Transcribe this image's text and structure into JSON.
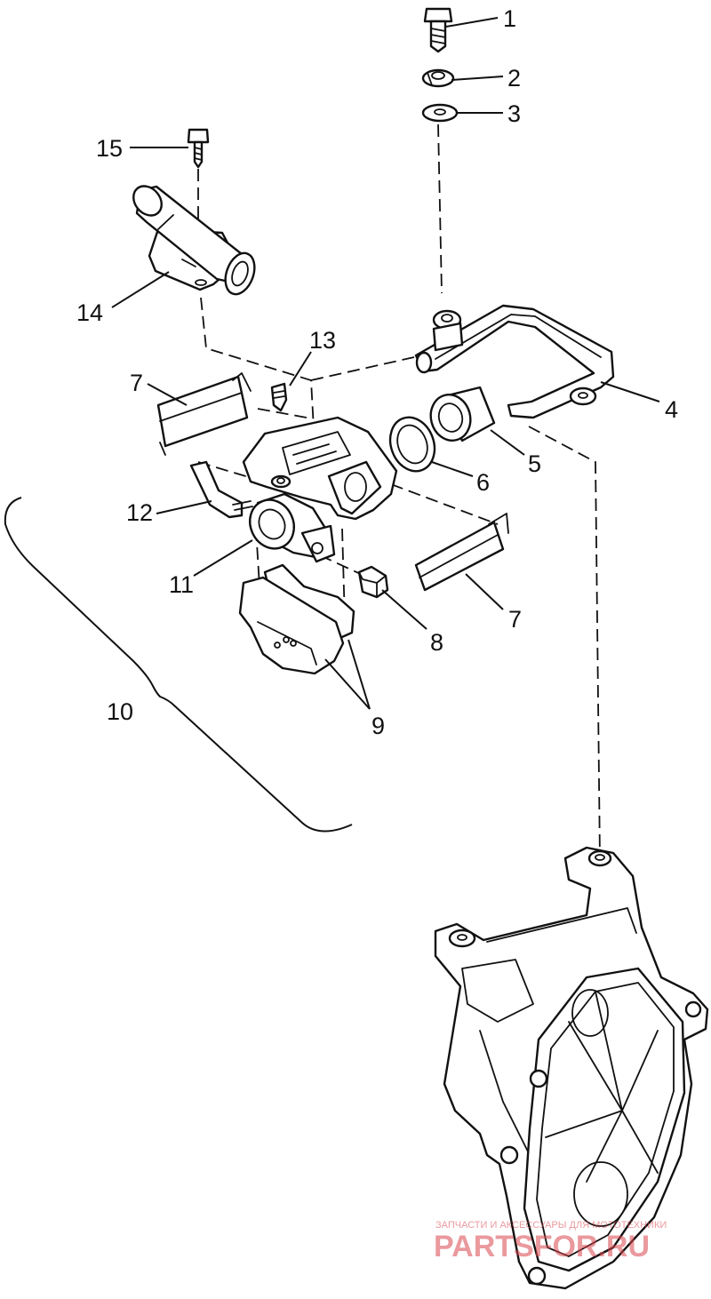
{
  "callouts": [
    "1",
    "2",
    "3",
    "4",
    "5",
    "6",
    "7",
    "7",
    "8",
    "9",
    "10",
    "11",
    "12",
    "13",
    "14",
    "15"
  ],
  "watermark": {
    "line1": "ЗАПЧАСТИ И АКСЕССУАРЫ ДЛЯ МОТОТЕХНИКИ",
    "line2": "PARTSFOR.RU",
    "color": "#d9464e"
  }
}
